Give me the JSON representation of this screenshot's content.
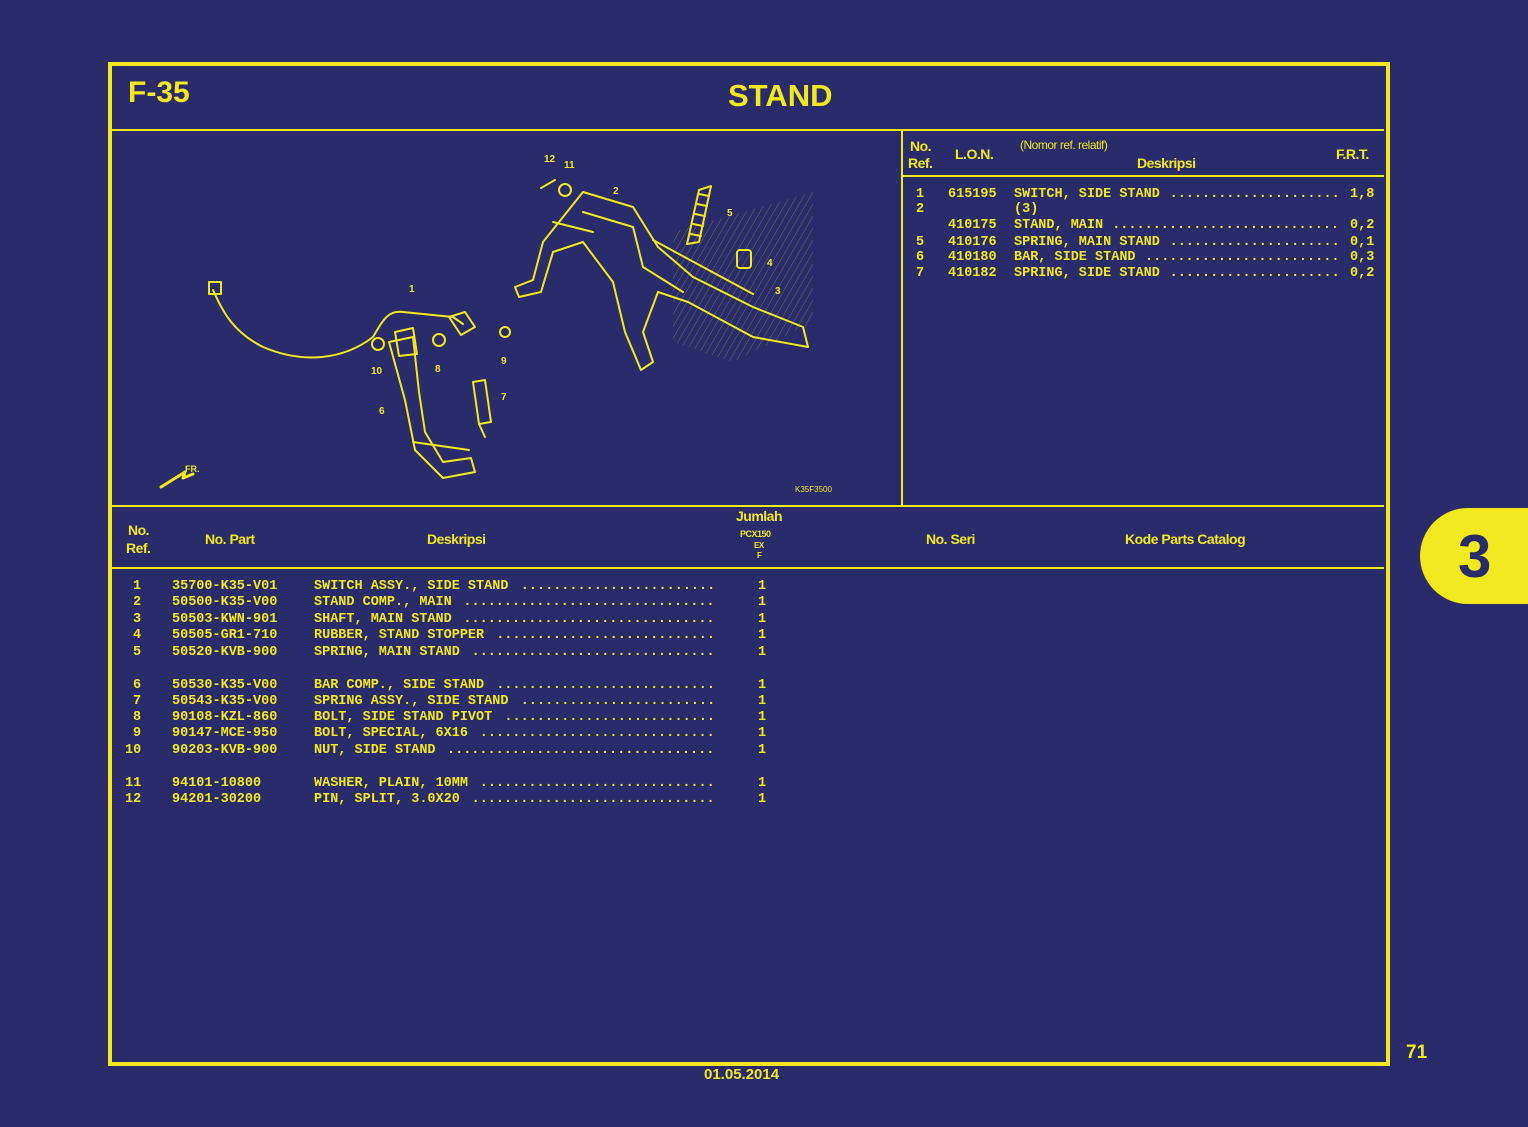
{
  "page": {
    "code": "F-35",
    "title": "STAND",
    "section_tab": "3",
    "page_number": "71",
    "date": "01.05.2014"
  },
  "diagram": {
    "callouts": [
      "12",
      "11",
      "2",
      "5",
      "4",
      "3",
      "1",
      "9",
      "8",
      "10",
      "7",
      "6"
    ],
    "fr_label": "FR.",
    "image_code": "K35F3500"
  },
  "frt_table": {
    "headers": {
      "no": "No.",
      "ref": "Ref.",
      "lon": "L.O.N.",
      "nomor_ref": "(Nomor ref. relatif)",
      "deskripsi": "Deskripsi",
      "frt": "F.R.T."
    },
    "rows": [
      {
        "ref": "1",
        "lon": "615195",
        "desc": "SWITCH, SIDE STAND",
        "frt": "1,8"
      },
      {
        "ref": "2",
        "lon": "",
        "desc": "(3)",
        "frt": ""
      },
      {
        "ref": "",
        "lon": "410175",
        "desc": "STAND, MAIN",
        "frt": "0,2"
      },
      {
        "ref": "5",
        "lon": "410176",
        "desc": "SPRING, MAIN STAND",
        "frt": "0,1"
      },
      {
        "ref": "6",
        "lon": "410180",
        "desc": "BAR, SIDE STAND",
        "frt": "0,3"
      },
      {
        "ref": "7",
        "lon": "410182",
        "desc": "SPRING, SIDE STAND",
        "frt": "0,2"
      }
    ]
  },
  "parts_table": {
    "headers": {
      "no": "No.",
      "ref": "Ref.",
      "part": "No. Part",
      "deskripsi": "Deskripsi",
      "jumlah": "Jumlah",
      "model": "PCX150",
      "model_sub1": "EX",
      "model_sub2": "F",
      "seri": "No. Seri",
      "kode": "Kode Parts Catalog"
    },
    "rows": [
      {
        "ref": "1",
        "part": "35700-K35-V01",
        "desc": "SWITCH ASSY., SIDE STAND",
        "qty": "1"
      },
      {
        "ref": "2",
        "part": "50500-K35-V00",
        "desc": "STAND COMP., MAIN",
        "qty": "1"
      },
      {
        "ref": "3",
        "part": "50503-KWN-901",
        "desc": "SHAFT, MAIN STAND",
        "qty": "1"
      },
      {
        "ref": "4",
        "part": "50505-GR1-710",
        "desc": "RUBBER, STAND STOPPER",
        "qty": "1"
      },
      {
        "ref": "5",
        "part": "50520-KVB-900",
        "desc": "SPRING, MAIN STAND",
        "qty": "1"
      },
      {
        "ref": "6",
        "part": "50530-K35-V00",
        "desc": "BAR COMP., SIDE STAND",
        "qty": "1"
      },
      {
        "ref": "7",
        "part": "50543-K35-V00",
        "desc": "SPRING ASSY., SIDE STAND",
        "qty": "1"
      },
      {
        "ref": "8",
        "part": "90108-KZL-860",
        "desc": "BOLT, SIDE STAND PIVOT",
        "qty": "1"
      },
      {
        "ref": "9",
        "part": "90147-MCE-950",
        "desc": "BOLT, SPECIAL, 6X16",
        "qty": "1"
      },
      {
        "ref": "10",
        "part": "90203-KVB-900",
        "desc": "NUT, SIDE STAND",
        "qty": "1"
      },
      {
        "ref": "11",
        "part": "94101-10800",
        "desc": "WASHER, PLAIN, 10MM",
        "qty": "1"
      },
      {
        "ref": "12",
        "part": "94201-30200",
        "desc": "PIN, SPLIT, 3.0X20",
        "qty": "1"
      }
    ]
  }
}
